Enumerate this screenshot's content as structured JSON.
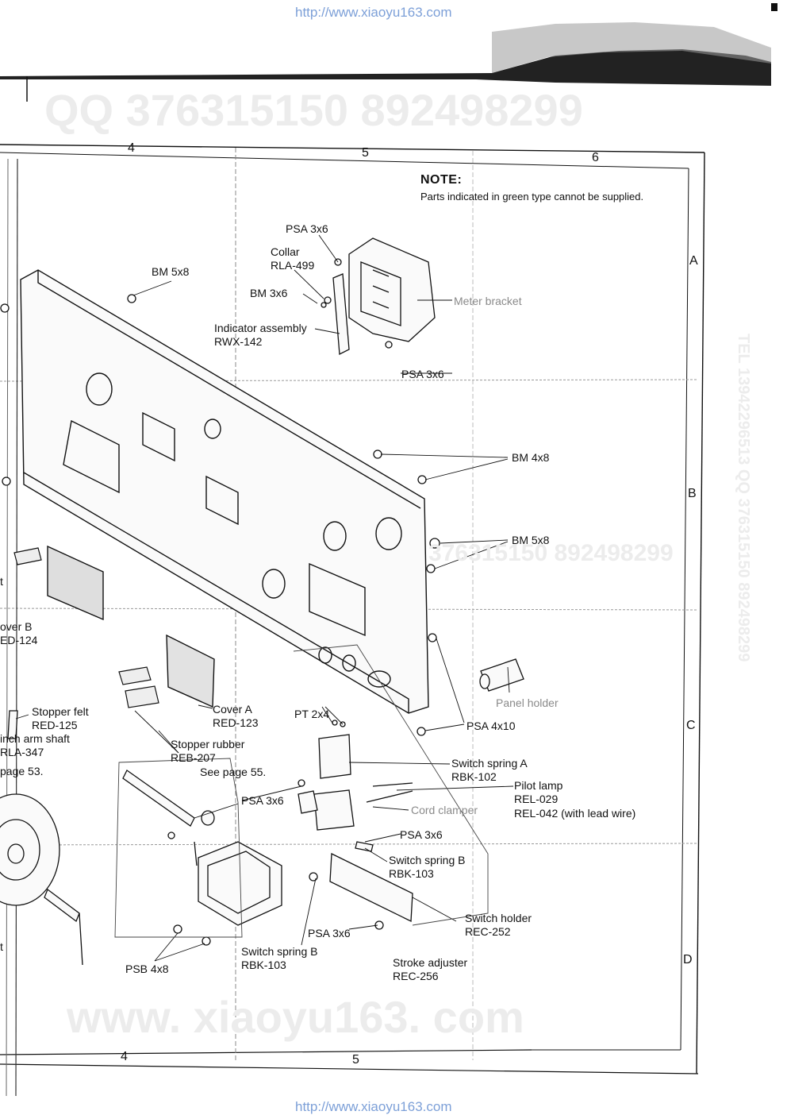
{
  "header_url": "http://www.xiaoyu163.com",
  "footer_url": "http://www.xiaoyu163.com",
  "watermarks": {
    "qq_top": "QQ 376315150   892498299",
    "mid": "376315150  892498299",
    "side": "TEL 13942296513  QQ 376315150  892498299",
    "bottom": "www. xiaoyu163. com"
  },
  "note": {
    "title": "NOTE:",
    "text": "Parts indicated in green type cannot be supplied."
  },
  "grid": {
    "columns_top": [
      "4",
      "5",
      "6"
    ],
    "columns_bottom": [
      "4",
      "5"
    ],
    "rows": [
      "A",
      "B",
      "C",
      "D"
    ]
  },
  "labels": {
    "psa3x6_top": "PSA 3x6",
    "collar": "Collar",
    "collar_code": "RLA-499",
    "bm5x8_top": "BM 5x8",
    "bm3x6": "BM 3x6",
    "meter_bracket": "Meter bracket",
    "indicator": "Indicator assembly",
    "indicator_code": "RWX-142",
    "psa3x6_mid": "PSA 3x6",
    "bm4x8": "BM 4x8",
    "bm5x8_right": "BM 5x8",
    "cover_b": "over B",
    "cover_b_code": "ED-124",
    "panel_holder": "Panel holder",
    "stopper_felt": "Stopper felt",
    "stopper_felt_code": "RED-125",
    "cover_a": "Cover A",
    "cover_a_code": "RED-123",
    "pt2x4": "PT 2x4",
    "psa4x10": "PSA 4x10",
    "pinch_arm": "inch arm shaft",
    "pinch_arm_code": "RLA-347",
    "see_page_left": "page 53.",
    "stopper_rubber": "Stopper rubber",
    "stopper_rubber_code": "REB-207",
    "see_page_55": "See page 55.",
    "switch_spring_a": "Switch spring A",
    "switch_spring_a_code": "RBK-102",
    "pilot_lamp": "Pilot lamp",
    "pilot_lamp_code1": "REL-029",
    "pilot_lamp_code2": "REL-042 (with lead wire)",
    "psa3x6_left": "PSA 3x6",
    "cord_clamper": "Cord clamper",
    "psa3x6_right": "PSA 3x6",
    "switch_spring_b_right": "Switch spring B",
    "switch_spring_b_right_code": "RBK-103",
    "switch_holder": "Switch holder",
    "switch_holder_code": "REC-252",
    "psa3x6_bottom": "PSA 3x6",
    "switch_spring_b_bottom": "Switch spring B",
    "switch_spring_b_bottom_code": "RBK-103",
    "stroke_adjuster": "Stroke adjuster",
    "stroke_adjuster_code": "REC-256",
    "psb4x8": "PSB 4x8",
    "left_t1": "t",
    "left_t2": "t"
  }
}
